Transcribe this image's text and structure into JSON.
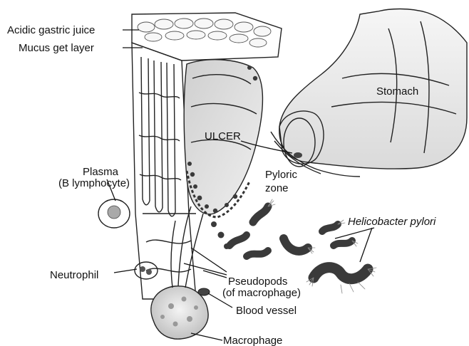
{
  "labels": {
    "acidic_gastric_juice": "Acidic gastric juice",
    "mucus_gel_layer": "Mucus get layer",
    "stomach": "Stomach",
    "ulcer": "ULCER",
    "plasma_line1": "Plasma",
    "plasma_line2": "(B lymphocyte)",
    "pyloric_line1": "Pyloric",
    "pyloric_line2": "zone",
    "helicobacter": "Helicobacter pylori",
    "neutrophil": "Neutrophil",
    "pseudopods_line1": "Pseudopods",
    "pseudopods_line2": "(of macrophage)",
    "blood_vessel": "Blood vessel",
    "macrophage": "Macrophage"
  },
  "colors": {
    "ink": "#222222",
    "tissue_light": "#e6e6e6",
    "tissue_mid": "#c9c9c9",
    "bacteria": "#3a3a3a"
  }
}
